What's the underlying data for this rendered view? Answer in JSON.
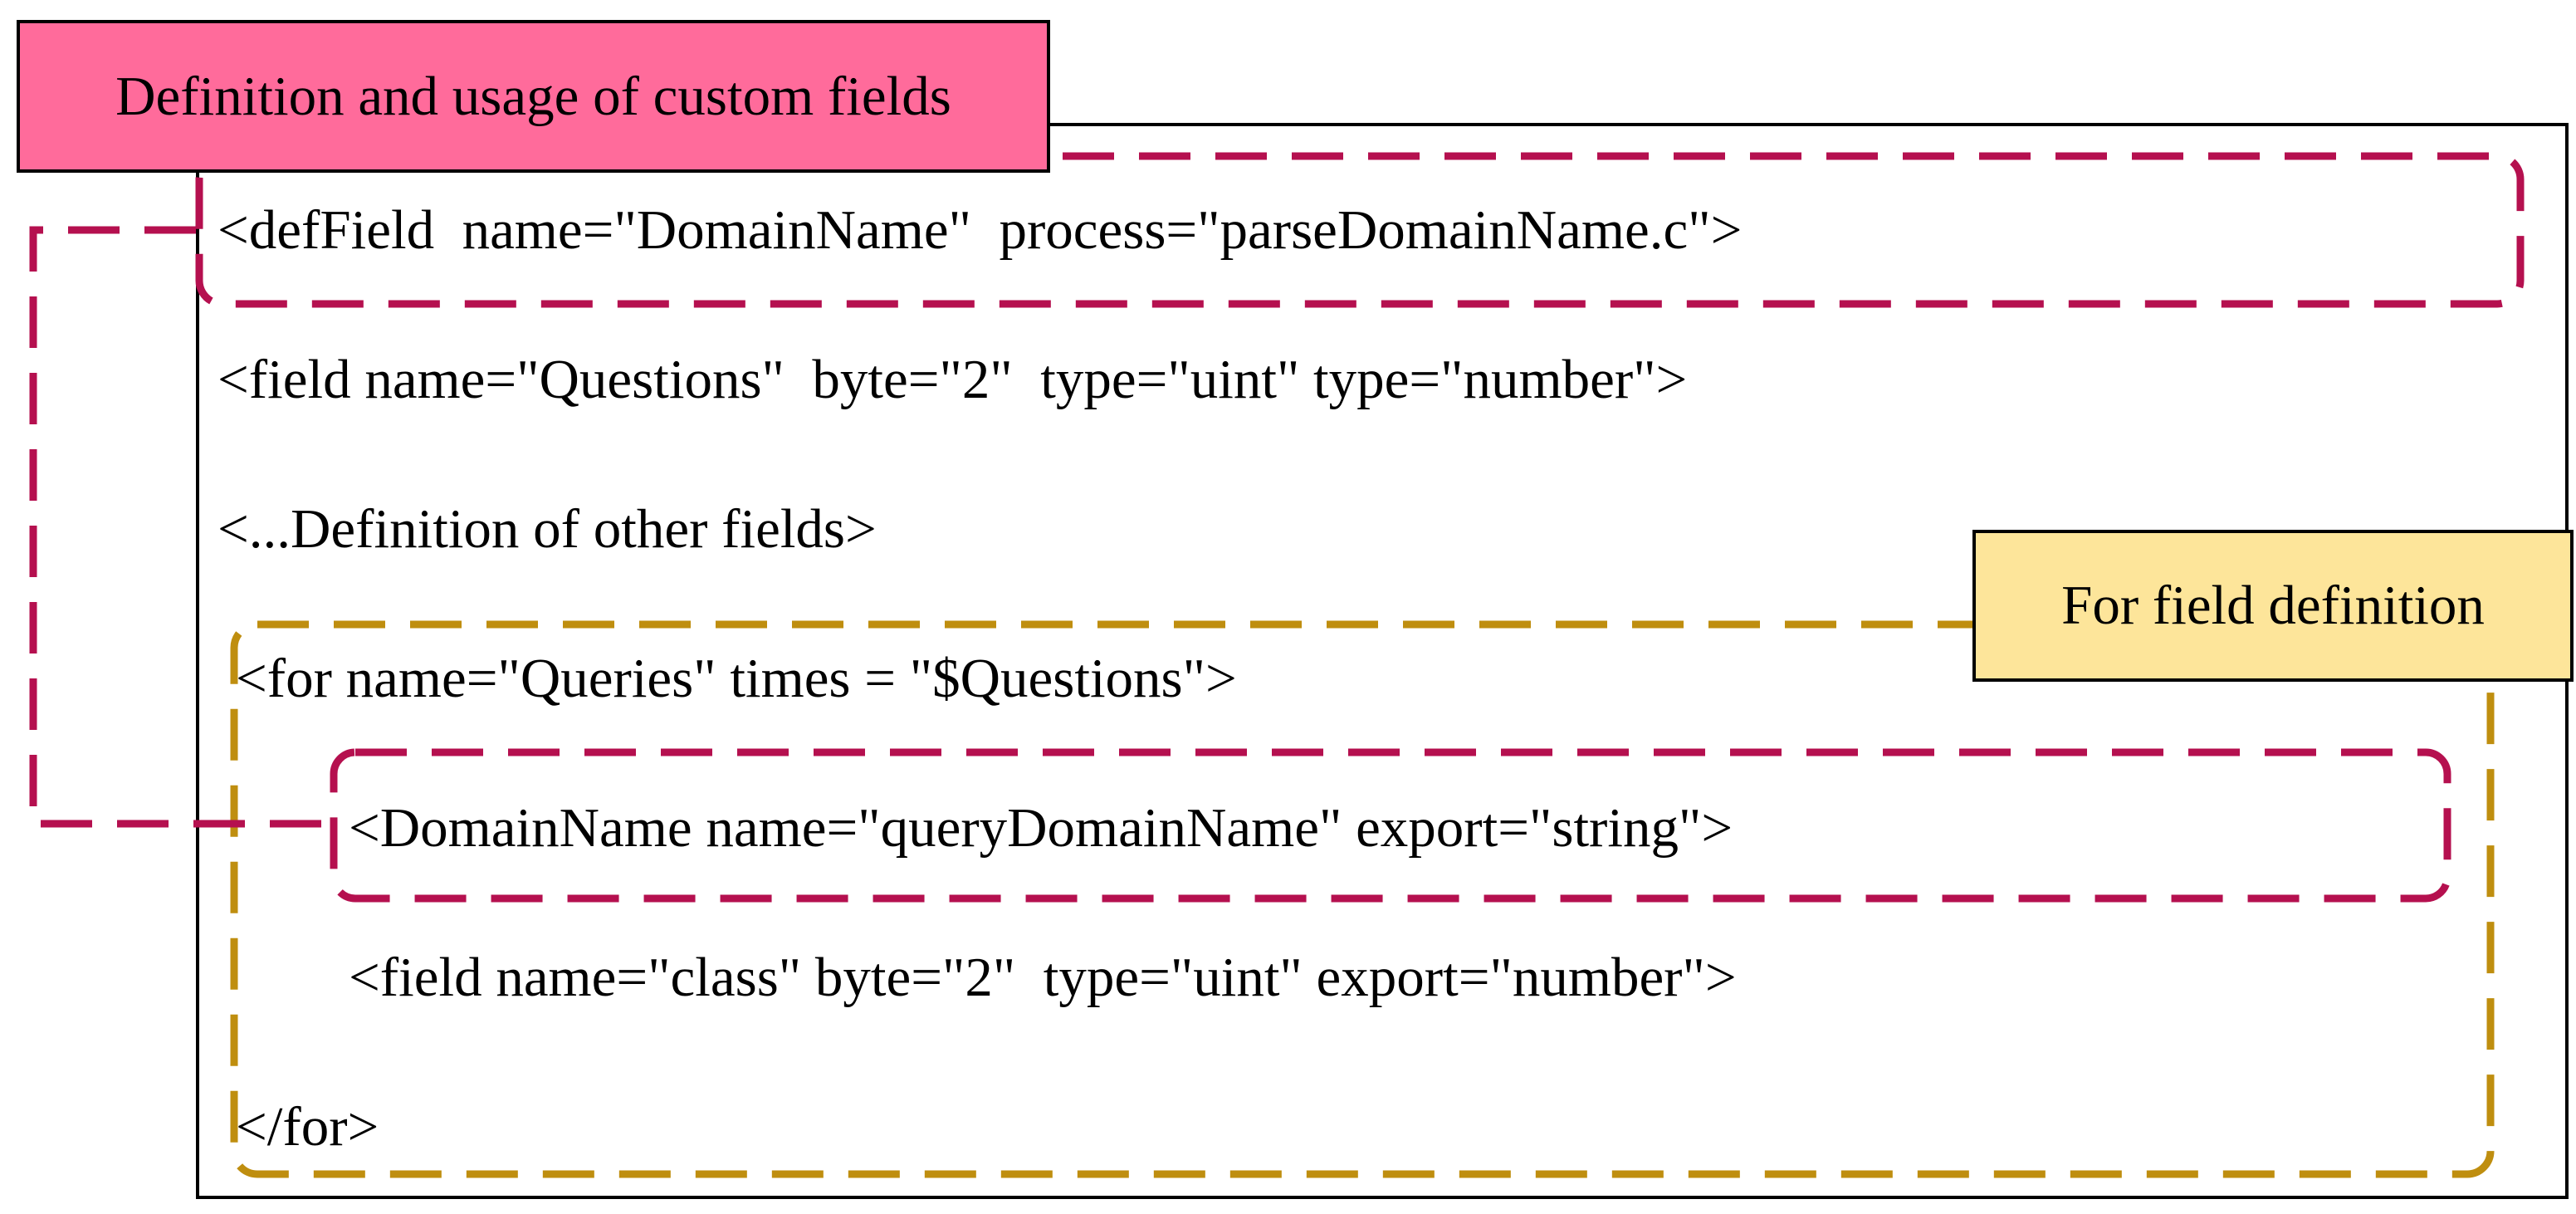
{
  "labels": {
    "title": "Definition and usage of custom fields",
    "for_definition": "For field definition"
  },
  "code_lines": [
    "<defField  name=\"DomainName\"  process=\"parseDomainName.c\">",
    "<field name=\"Questions\"  byte=\"2\"  type=\"uint\" type=\"number\">",
    "<...Definition of other fields>",
    "<for name=\"Queries\" times = \"$Questions\">",
    "<DomainName name=\"queryDomainName\" export=\"string\">",
    "<field name=\"class\" byte=\"2\"  type=\"uint\" export=\"number\">",
    "</for>"
  ],
  "colors": {
    "title_fill": "#ff6b9b",
    "for_label_fill": "#fde59a",
    "custom_field_dash": "#b5104f",
    "for_loop_dash": "#bf8e0f",
    "frame": "#000000"
  }
}
